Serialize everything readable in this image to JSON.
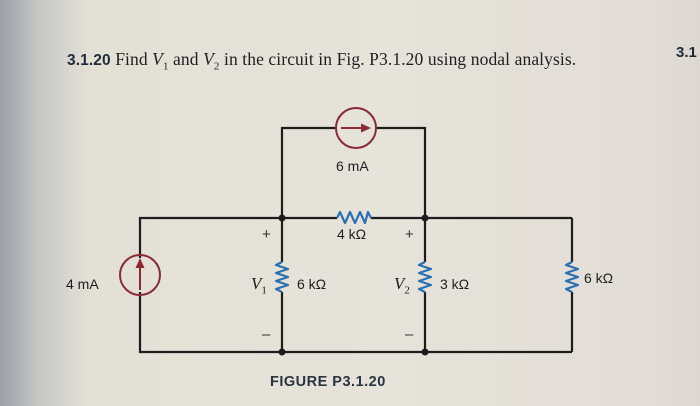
{
  "problem": {
    "number": "3.1.20",
    "text_before_v1": "Find ",
    "v1_symbol": "V",
    "v1_sub": "1",
    "text_between": " and ",
    "v2_symbol": "V",
    "v2_sub": "2",
    "text_after": " in the circuit in Fig. P3.1.20 using nodal analysis."
  },
  "side_reference": "3.1",
  "circuit": {
    "current_source_left": {
      "label": "4 mA",
      "direction": "up",
      "icon": "current-source-arrow-up"
    },
    "current_source_top": {
      "label": "6 mA",
      "direction": "right",
      "icon": "current-source-arrow-right"
    },
    "resistor_series": {
      "label": "4 kΩ"
    },
    "resistor_v1": {
      "label": "6 kΩ"
    },
    "resistor_v2": {
      "label": "3 kΩ"
    },
    "resistor_right": {
      "label": "6 kΩ"
    },
    "node_v1": {
      "symbol": "V",
      "sub": "1",
      "plus": "+",
      "minus": "–"
    },
    "node_v2": {
      "symbol": "V",
      "sub": "2",
      "plus": "+",
      "minus": "–"
    },
    "colors": {
      "wire": "#1c1c1c",
      "source": "#8a2a35",
      "resistor": "#2b6fb3"
    }
  },
  "figure_caption": "FIGURE P3.1.20"
}
